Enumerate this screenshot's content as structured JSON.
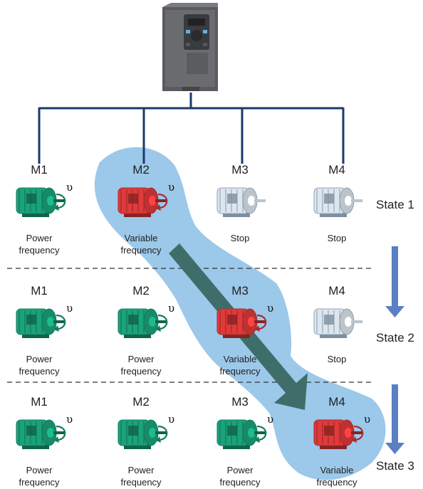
{
  "diagram": {
    "device": "frequency-inverter",
    "states": [
      {
        "label": "State 1",
        "motors": [
          {
            "name": "M1",
            "status": "Power frequency",
            "color": "green",
            "speed_symbol": "υ"
          },
          {
            "name": "M2",
            "status": "Variable frequency",
            "color": "red",
            "speed_symbol": "υ"
          },
          {
            "name": "M3",
            "status": "Stop",
            "color": "white"
          },
          {
            "name": "M4",
            "status": "Stop",
            "color": "white"
          }
        ]
      },
      {
        "label": "State 2",
        "motors": [
          {
            "name": "M1",
            "status": "Power frequency",
            "color": "green",
            "speed_symbol": "υ"
          },
          {
            "name": "M2",
            "status": "Power frequency",
            "color": "green",
            "speed_symbol": "υ"
          },
          {
            "name": "M3",
            "status": "Variable frequency",
            "color": "red",
            "speed_symbol": "υ"
          },
          {
            "name": "M4",
            "status": "Stop",
            "color": "white"
          }
        ]
      },
      {
        "label": "State 3",
        "motors": [
          {
            "name": "M1",
            "status": "Power frequency",
            "color": "green",
            "speed_symbol": "υ"
          },
          {
            "name": "M2",
            "status": "Power frequency",
            "color": "green",
            "speed_symbol": "υ"
          },
          {
            "name": "M3",
            "status": "Power frequency",
            "color": "green",
            "speed_symbol": "υ"
          },
          {
            "name": "M4",
            "status": "Variable frequency",
            "color": "red",
            "speed_symbol": "υ"
          }
        ]
      }
    ],
    "colors": {
      "wire": "#1b3a6b",
      "highlight": "#9cc8ea",
      "state_arrow": "#5a7fc2",
      "diag_arrow": "#3f6e6a",
      "green_body": "#1aa37a",
      "red_body": "#e03a3a",
      "white_body": "#dde6ef"
    }
  }
}
